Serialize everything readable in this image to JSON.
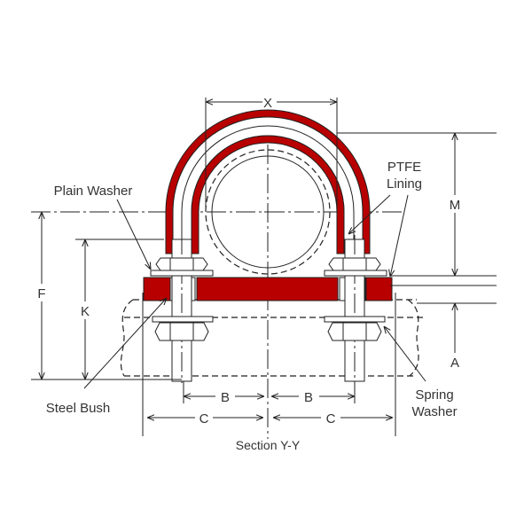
{
  "title": "Section Y-Y",
  "dimensions": {
    "x": "X",
    "m": "M",
    "f": "F",
    "k": "K",
    "a": "A",
    "b_left": "B",
    "b_right": "B",
    "c_left": "C",
    "c_right": "C"
  },
  "labels": {
    "plain_washer": "Plain Washer",
    "ptfe_line1": "PTFE",
    "ptfe_line2": "Lining",
    "steel_bush": "Steel Bush",
    "spring_line1": "Spring",
    "spring_line2": "Washer"
  },
  "colors": {
    "lining": "#b80000",
    "line": "#222222"
  }
}
